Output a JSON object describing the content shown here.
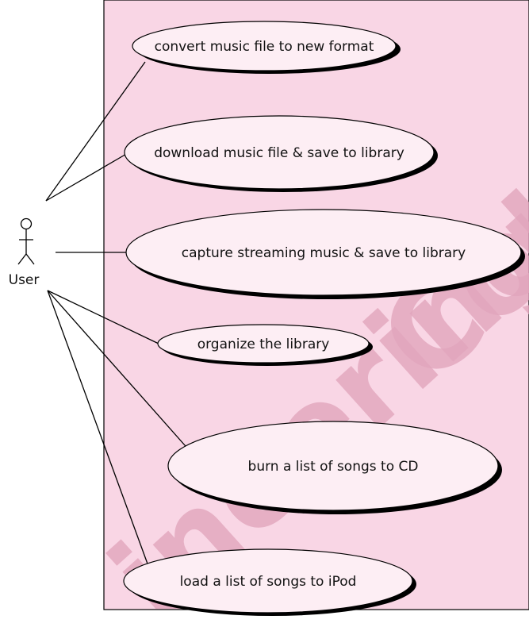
{
  "actor": {
    "label": "User"
  },
  "use_cases": [
    {
      "id": "convert",
      "label": "convert music file to new format"
    },
    {
      "id": "download",
      "label": "download music file & save to library"
    },
    {
      "id": "capture",
      "label": "capture streaming music & save to library"
    },
    {
      "id": "organize",
      "label": "organize the library"
    },
    {
      "id": "burn",
      "label": "burn a list of songs to CD"
    },
    {
      "id": "load",
      "label": "load a list of songs to iPod"
    }
  ],
  "watermark": {
    "text_left": "ineering",
    "text_right": "Col"
  },
  "colors": {
    "system_boundary_fill": "#f9d6e5",
    "use_case_fill": "#fdeef4",
    "shadow": "#000000",
    "line": "#000000",
    "watermark": "#e2a6bd"
  }
}
